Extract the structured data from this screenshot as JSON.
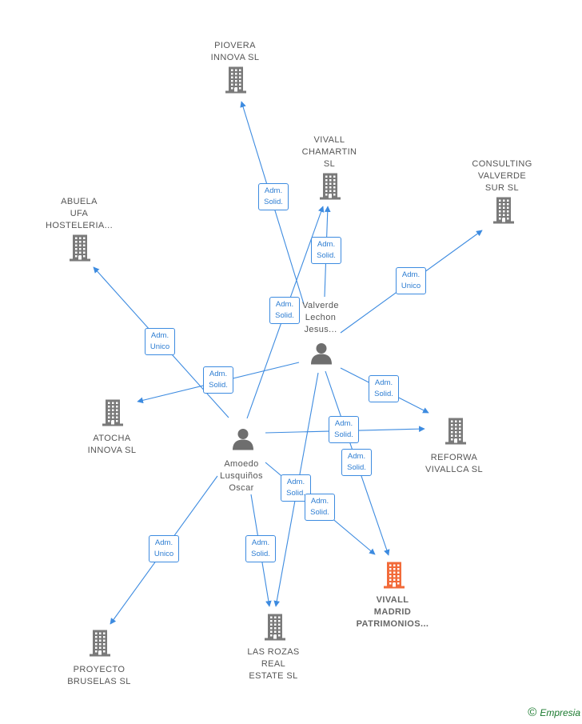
{
  "colors": {
    "edge": "#3d8be0",
    "company": "#7a7a7a",
    "focus": "#f26b3a",
    "person": "#6e6e6e"
  },
  "nodes": [
    {
      "id": "piovera",
      "kind": "company",
      "label": "PIOVERA\nINNOVA  SL"
    },
    {
      "id": "vivall_chamartin",
      "kind": "company",
      "label": "VIVALL\nCHAMARTIN\nSL"
    },
    {
      "id": "consulting",
      "kind": "company",
      "label": "CONSULTING\nVALVERDE\nSUR  SL"
    },
    {
      "id": "abuela",
      "kind": "company",
      "label": "ABUELA\nUFA\nHOSTELERIA..."
    },
    {
      "id": "valverde",
      "kind": "person",
      "label": "Valverde\nLechon\nJesus..."
    },
    {
      "id": "atocha",
      "kind": "company",
      "label": "ATOCHA\nINNOVA  SL"
    },
    {
      "id": "reforwa",
      "kind": "company",
      "label": "REFORWA\nVIVALLCA  SL"
    },
    {
      "id": "amoedo",
      "kind": "person",
      "label": "Amoedo\nLusquiños\nOscar"
    },
    {
      "id": "vivall_madrid",
      "kind": "focus",
      "label": "VIVALL\nMADRID\nPATRIMONIOS..."
    },
    {
      "id": "proyecto",
      "kind": "company",
      "label": "PROYECTO\nBRUSELAS  SL"
    },
    {
      "id": "las_rozas",
      "kind": "company",
      "label": "LAS ROZAS\nREAL\nESTATE  SL"
    }
  ],
  "edges": [
    {
      "from": "valverde",
      "to": "piovera",
      "label": "Adm.\nSolid."
    },
    {
      "from": "valverde",
      "to": "vivall_chamartin",
      "label": "Adm.\nSolid."
    },
    {
      "from": "amoedo",
      "to": "vivall_chamartin",
      "label": "Adm.\nSolid."
    },
    {
      "from": "valverde",
      "to": "consulting",
      "label": "Adm.\nUnico"
    },
    {
      "from": "amoedo",
      "to": "abuela",
      "label": "Adm.\nUnico"
    },
    {
      "from": "valverde",
      "to": "atocha",
      "label": "Adm.\nSolid."
    },
    {
      "from": "valverde",
      "to": "reforwa",
      "label": "Adm.\nSolid."
    },
    {
      "from": "amoedo",
      "to": "reforwa",
      "label": "Adm.\nSolid."
    },
    {
      "from": "valverde",
      "to": "vivall_madrid",
      "label": "Adm.\nSolid."
    },
    {
      "from": "amoedo",
      "to": "vivall_madrid",
      "label": "Adm.\nSolid."
    },
    {
      "from": "amoedo",
      "to": "las_rozas",
      "label": "Adm.\nSolid."
    },
    {
      "from": "valverde",
      "to": "las_rozas",
      "label": "Adm.\nSolid."
    },
    {
      "from": "amoedo",
      "to": "proyecto",
      "label": "Adm.\nUnico"
    }
  ],
  "brand": {
    "copyright": "©",
    "name": "Empresia"
  }
}
